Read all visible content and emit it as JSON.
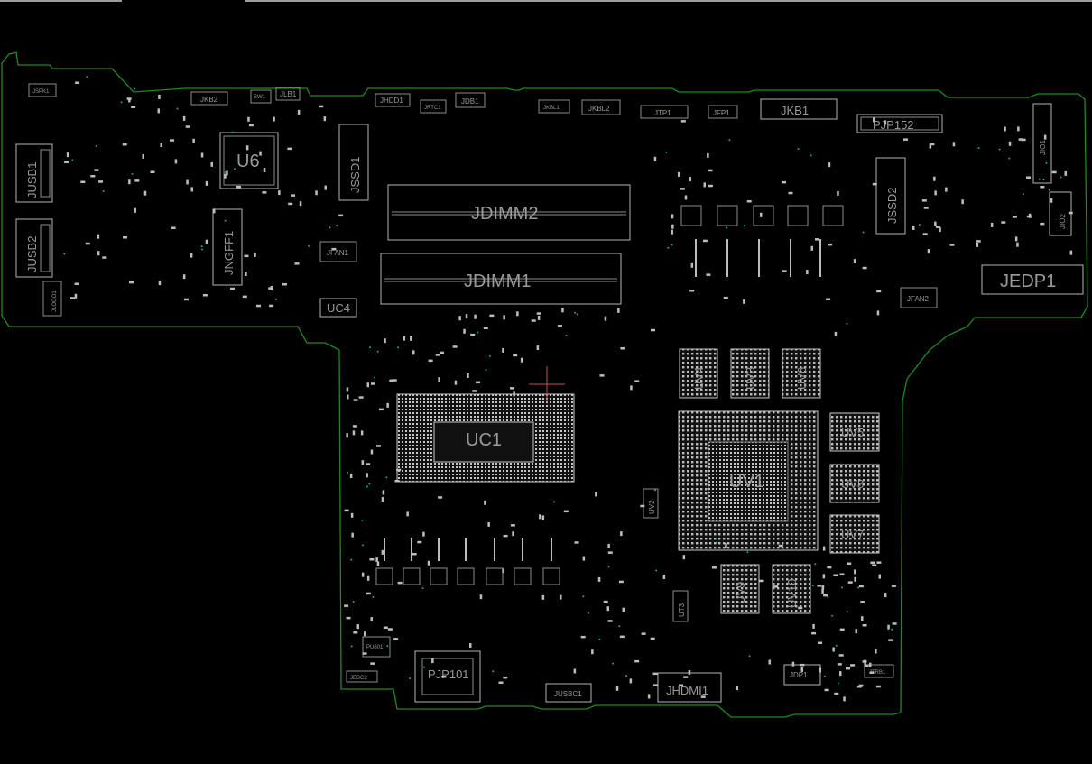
{
  "board": {
    "outline_color": "#1e8a1e",
    "silkscreen_color": "#9a9a9a",
    "via_color": "#1aa3a3",
    "cursor_color": "#c05050"
  },
  "labels": {
    "jspk1": "JSPK1",
    "jusb1": "JUSB1",
    "jusb2": "JUSB2",
    "jlogo1": "JLOGO1",
    "jkb2": "JKB2",
    "sw1": "SW1",
    "jlb1": "JLB1",
    "u6": "U6",
    "jngff1": "JNGFF1",
    "jssd1": "JSSD1",
    "jfan1": "JFAN1",
    "uc4": "UC4",
    "jhdd1": "JHDD1",
    "jrtc1": "JRTC1",
    "jdb1": "JDB1",
    "jkbl1": "JKBL1",
    "jkbl2": "JKBL2",
    "jtp1": "JTP1",
    "jfp1": "JFP1",
    "jkb1": "JKB1",
    "pjp152": "PJP152",
    "jio1": "JIO1",
    "jio2": "JIO2",
    "jssd2": "JSSD2",
    "jedp1": "JEDP1",
    "jfan2": "JFAN2",
    "jdimm2": "JDIMM2",
    "jdimm1": "JDIMM1",
    "uv4": "UV4",
    "uv3": "UV3",
    "uv6": "UV6",
    "uv5": "UV5",
    "uv8": "UV8",
    "uv7": "UV7",
    "uv1": "UV1",
    "uv2": "UV2",
    "uv9": "UV9",
    "uv10": "UV10",
    "ut3": "UT3",
    "uc1": "UC1",
    "pjp101": "PJP101",
    "jusbc1": "JUSBC1",
    "jhdmi1": "JHDMI1",
    "jdp1": "JDP1",
    "jtrb1": "JTRB1",
    "jebc2": "JEBC2",
    "pu601": "PU601"
  }
}
